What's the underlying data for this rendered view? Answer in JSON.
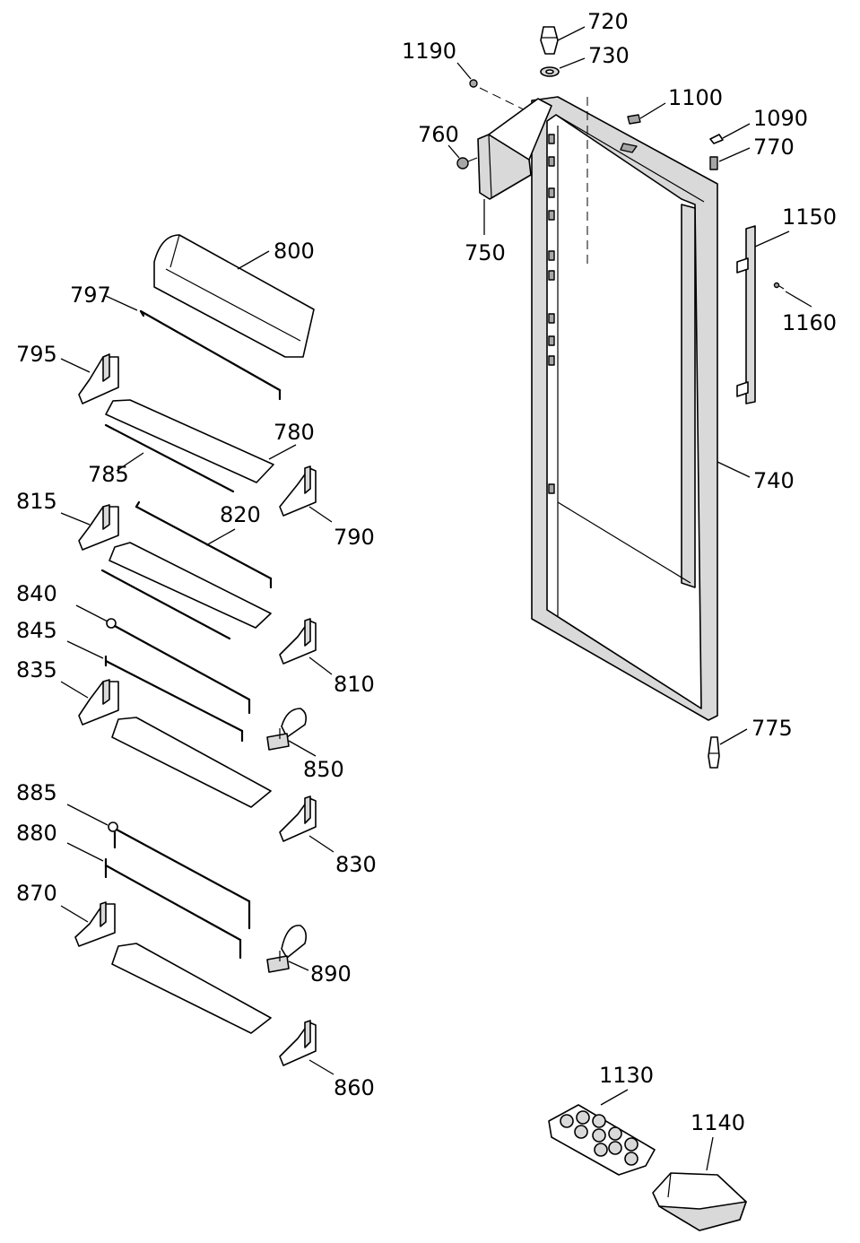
{
  "labels": {
    "p720": "720",
    "p730": "730",
    "p1190": "1190",
    "p1100": "1100",
    "p1090": "1090",
    "p770": "770",
    "p760": "760",
    "p750": "750",
    "p1150": "1150",
    "p1160": "1160",
    "p800": "800",
    "p797": "797",
    "p795": "795",
    "p780": "780",
    "p785": "785",
    "p815": "815",
    "p820": "820",
    "p790": "790",
    "p740": "740",
    "p840": "840",
    "p845": "845",
    "p810": "810",
    "p835": "835",
    "p850": "850",
    "p775": "775",
    "p885": "885",
    "p830": "830",
    "p880": "880",
    "p870": "870",
    "p890": "890",
    "p860": "860",
    "p1130": "1130",
    "p1140": "1140"
  }
}
